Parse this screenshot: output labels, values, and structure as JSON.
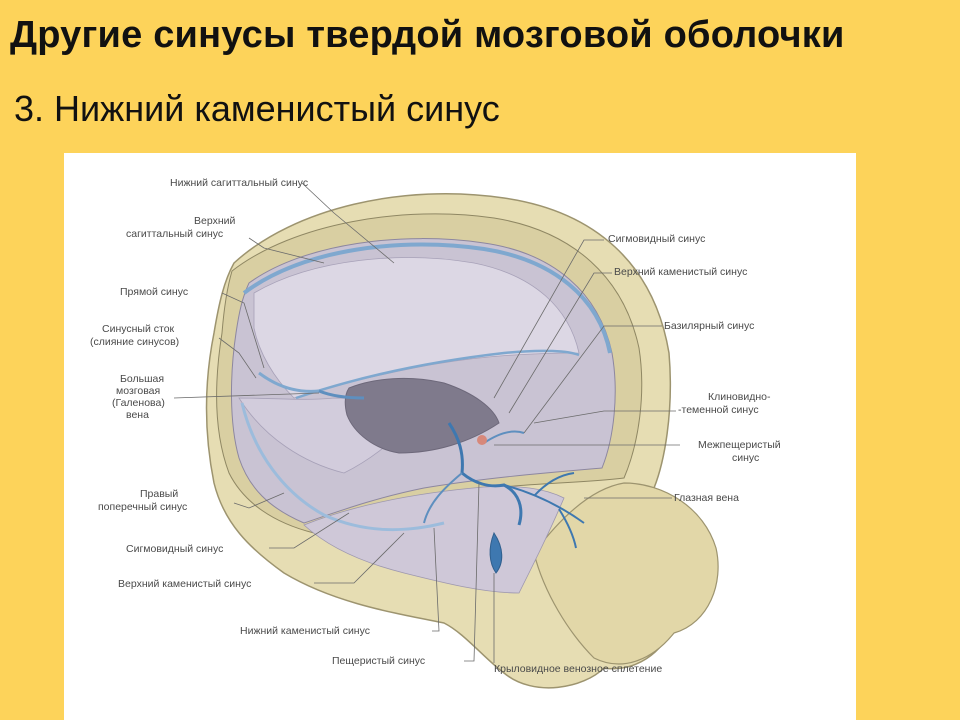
{
  "slide": {
    "title": "Другие синусы твердой мозговой оболочки",
    "subtitle": "3. Нижний каменистый синус"
  },
  "colors": {
    "background": "#fdd35a",
    "bone": "#e6ddb3",
    "dura": "#c9c3d3",
    "sinus": "#7fa8cf",
    "vein": "#3e78b0"
  },
  "labels": {
    "inferior_sagittal": "Нижний сагиттальный синус",
    "superior_sagittal_1": "Верхний",
    "superior_sagittal_2": "сагиттальный синус",
    "straight": "Прямой синус",
    "confluence_1": "Синусный сток",
    "confluence_2": "(слияние синусов)",
    "great_vein_1": "Большая",
    "great_vein_2": "мозговая",
    "great_vein_3": "(Галенова)",
    "great_vein_4": "вена",
    "transverse_1": "Правый",
    "transverse_2": "поперечный синус",
    "sigmoid_left": "Сигмовидный синус",
    "superior_petrosal_left": "Верхний каменистый синус",
    "inferior_petrosal": "Нижний каменистый синус",
    "cavernous": "Пещеристый синус",
    "pterygoid": "Крыловидное венозное сплетение",
    "sigmoid_right": "Сигмовидный синус",
    "superior_petrosal_right": "Верхний каменистый синус",
    "basilar": "Базилярный синус",
    "sphenoparietal_1": "Клиновидно-",
    "sphenoparietal_2": "-теменной синус",
    "intercavernous_1": "Межпещеристый",
    "intercavernous_2": "синус",
    "ophthalmic": "Глазная вена"
  }
}
